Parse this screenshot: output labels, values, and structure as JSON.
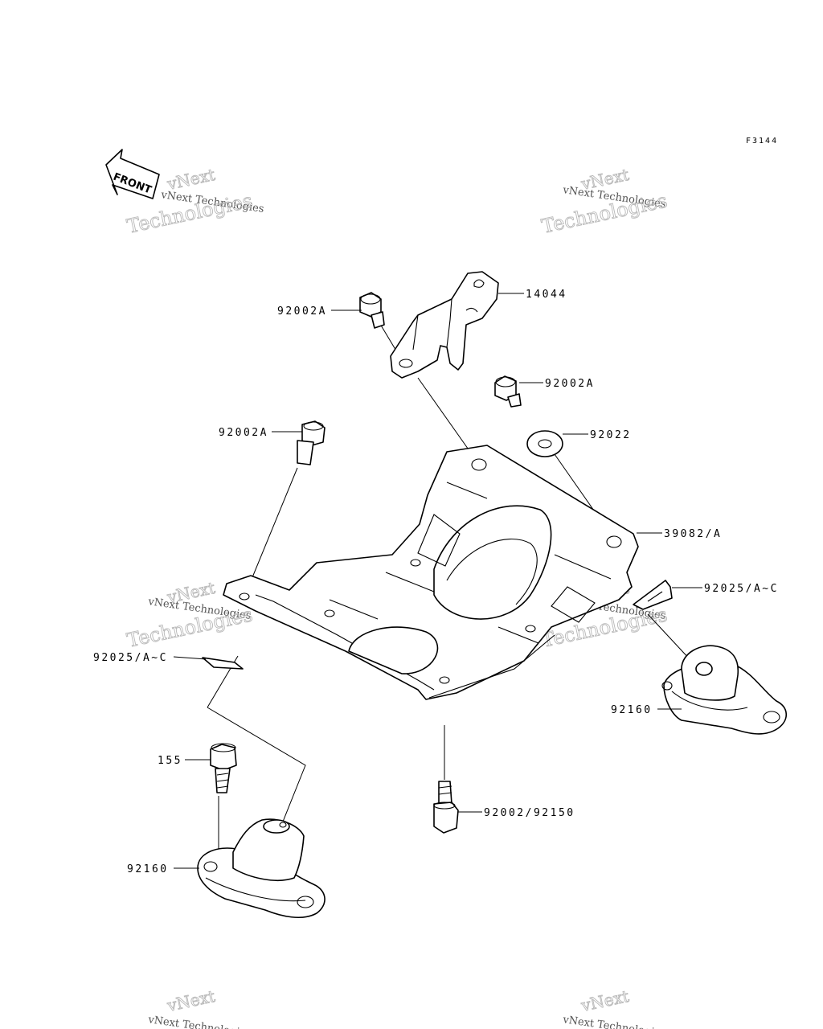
{
  "figure_code": "F3144",
  "front_arrow_text": "FRONT",
  "watermark": {
    "brand": "vNext",
    "company": "vNext Technologies",
    "tech": "Technologies"
  },
  "callouts": {
    "c14044": "14044",
    "c92002a_top": "92002A",
    "c92002a_right": "92002A",
    "c92002a_left": "92002A",
    "c92022": "92022",
    "c39082": "39082/A",
    "c92025_right": "92025/A~C",
    "c92025_left": "92025/A~C",
    "c92160_right": "92160",
    "c155": "155",
    "c92002_92150": "92002/92150",
    "c92160_left": "92160"
  }
}
